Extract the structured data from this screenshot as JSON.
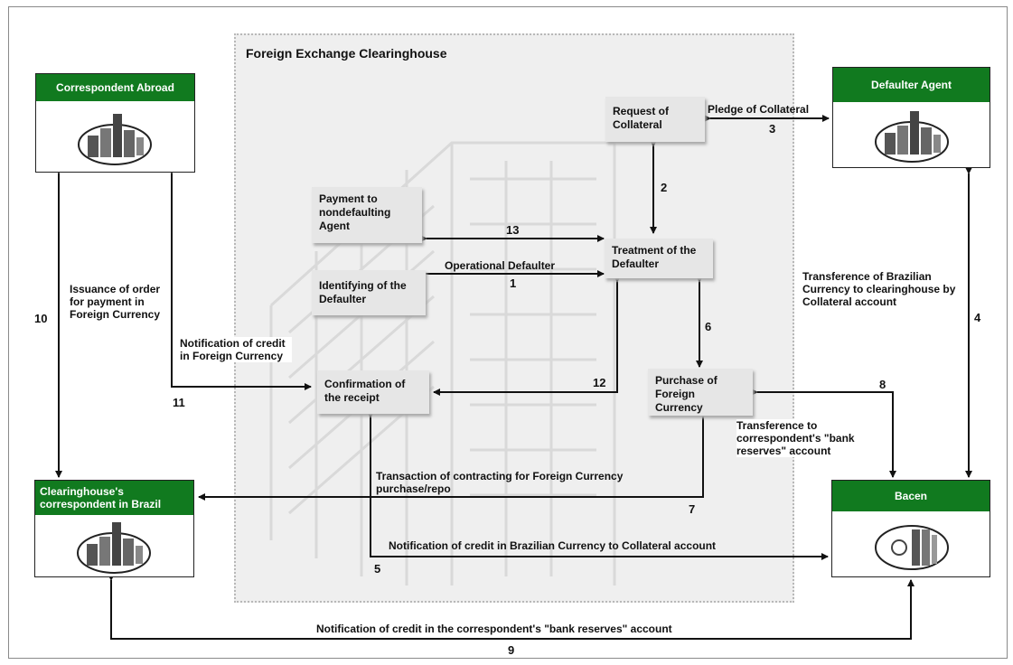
{
  "title": "Foreign Exchange Clearinghouse",
  "actors": {
    "correspondent_abroad": "Correspondent Abroad",
    "defaulter_agent": "Defaulter Agent",
    "clearinghouse_correspondent": "Clearinghouse's correspondent in Brazil",
    "bacen": "Bacen"
  },
  "steps": {
    "request_collateral": "Request of Collateral",
    "payment_nondefaulting": "Payment to nondefaulting Agent",
    "treatment_defaulter": "Treatment of the Defaulter",
    "identifying_defaulter": "Identifying of the Defaulter",
    "confirmation_receipt": "Confirmation of the receipt",
    "purchase_foreign_currency": "Purchase of Foreign Currency"
  },
  "labels": {
    "pledge_collateral": "Pledge of Collateral",
    "operational_defaulter": "Operational Defaulter",
    "transference_brazilian": "Transference of Brazilian Currency to clearinghouse by Collateral account",
    "issuance_order": "Issuance of order for payment in Foreign Currency",
    "notification_credit_foreign": "Notification of credit in Foreign Currency",
    "transference_bank_reserves": "Transference to correspondent's \"bank reserves\" account",
    "transaction_contracting": "Transaction of contracting for Foreign Currency purchase/repo",
    "notification_credit_brazilian": "Notification of credit in Brazilian Currency to Collateral account",
    "notification_bank_reserves": "Notification of credit in the correspondent's \"bank reserves\" account"
  },
  "numbers": {
    "n1": "1",
    "n2": "2",
    "n3": "3",
    "n4": "4",
    "n5": "5",
    "n6": "6",
    "n7": "7",
    "n8": "8",
    "n9": "9",
    "n10": "10",
    "n11": "11",
    "n12": "12",
    "n13": "13"
  },
  "colors": {
    "header_green": "#117a1f",
    "clearinghouse_bg": "#efefef",
    "step_bg": "#e6e6e6"
  }
}
